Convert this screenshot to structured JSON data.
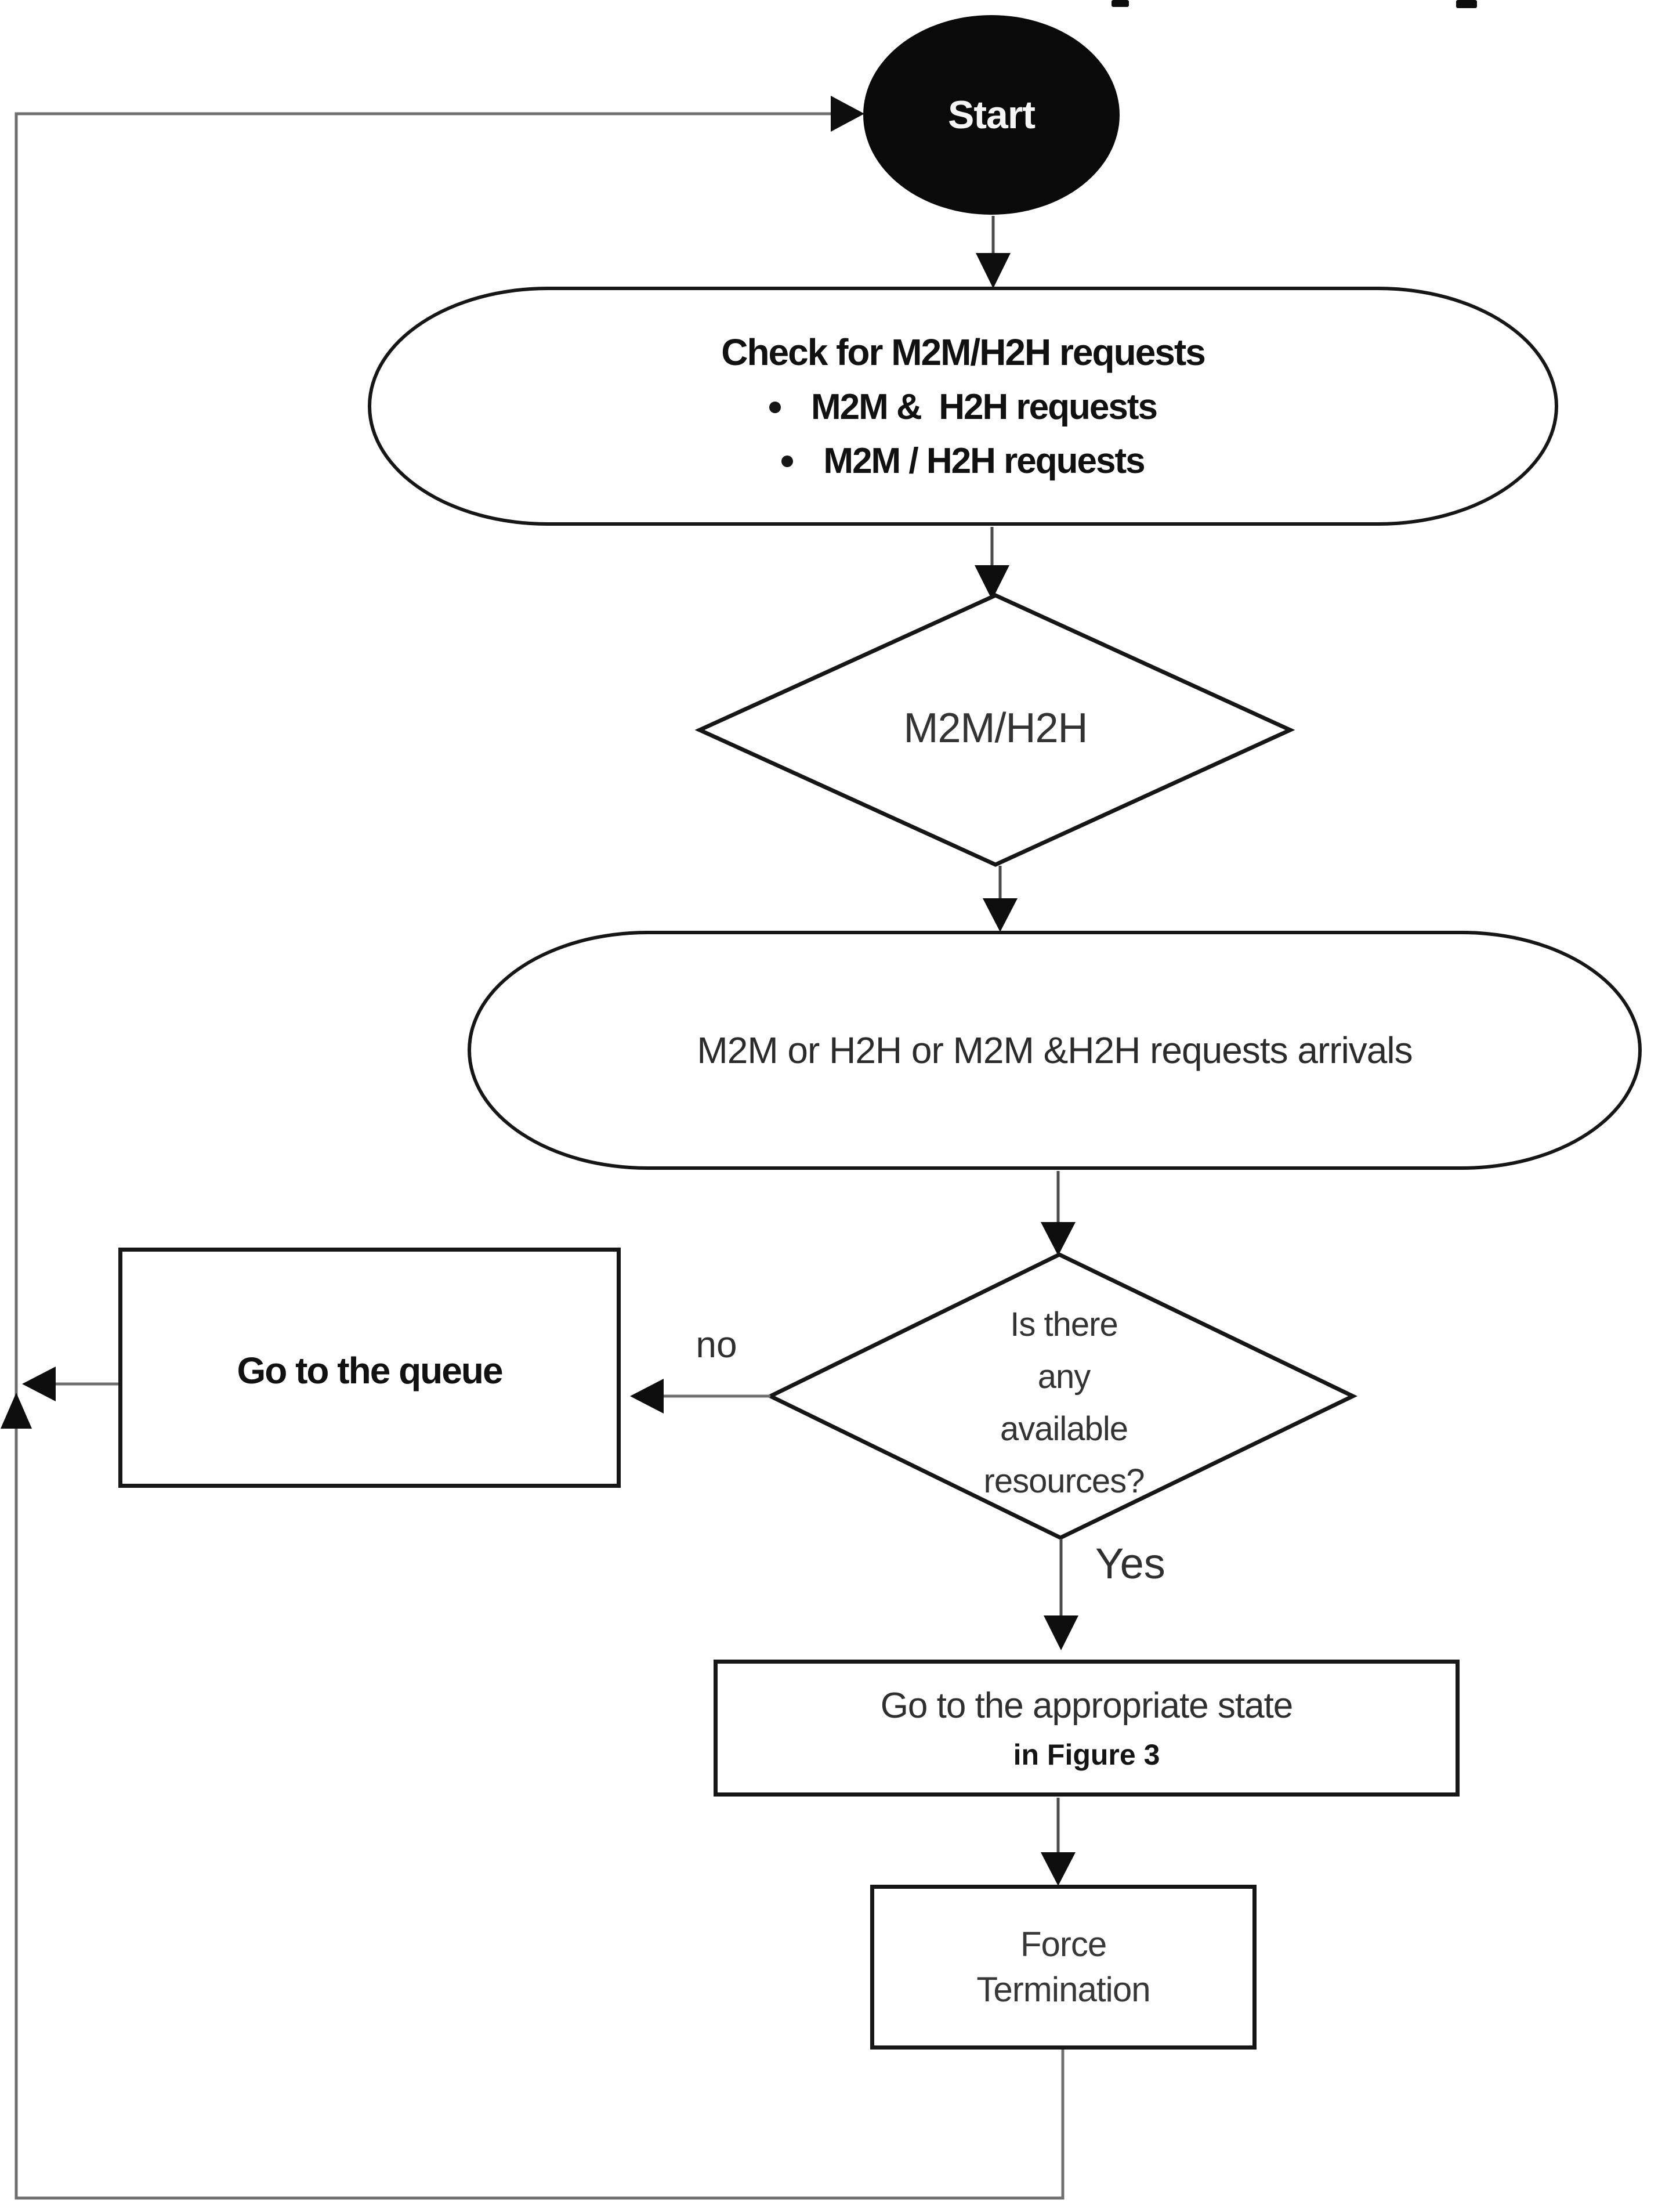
{
  "flow": {
    "start": {
      "label": "Start"
    },
    "check": {
      "title": "Check for M2M/H2H requests",
      "bullets": [
        "M2M &  H2H requests",
        "M2M / H2H requests"
      ]
    },
    "decision1": {
      "label": "M2M/H2H"
    },
    "arrivals": {
      "label": "M2M or H2H or M2M &H2H requests arrivals"
    },
    "decision2": {
      "lines": [
        "Is there",
        "any",
        "available",
        "resources?"
      ]
    },
    "queue": {
      "label": "Go to the queue"
    },
    "no_label": "no",
    "yes_label": "Yes",
    "state": {
      "line1": "Go to the appropriate state",
      "line2": "in Figure 3"
    },
    "terminate": {
      "line1": "Force",
      "line2": "Termination"
    }
  },
  "colors": {
    "background": "#ffffff",
    "shape_border": "#161616",
    "start_fill": "#0a0a0a",
    "connector_gray": "#6f6f6f",
    "arrowhead": "#0e0e0e",
    "text": "#262626"
  }
}
